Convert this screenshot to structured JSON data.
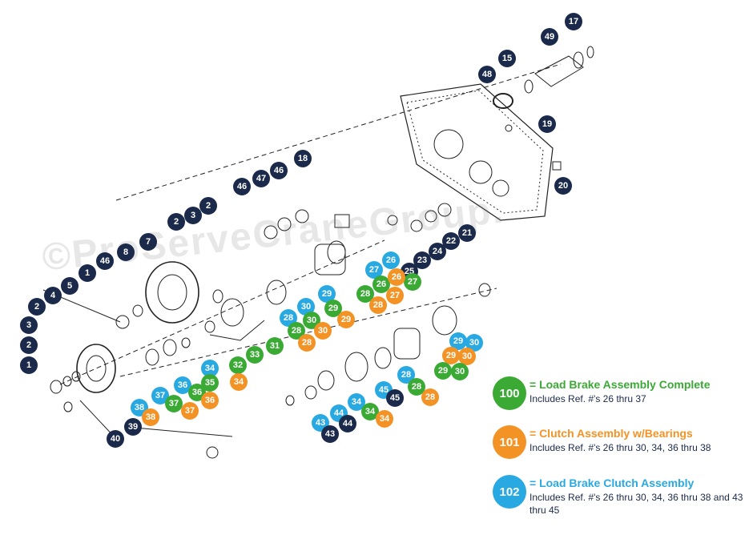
{
  "colors": {
    "navy": "#1b2a4a",
    "green": "#3aaa35",
    "orange": "#f39325",
    "blue": "#29a9e1",
    "line": "#222222"
  },
  "watermark": "©ProServeCraneGroup.",
  "callouts": [
    {
      "label": "17",
      "color": "navy"
    },
    {
      "label": "49",
      "color": "navy"
    },
    {
      "label": "15",
      "color": "navy"
    },
    {
      "label": "48",
      "color": "navy"
    },
    {
      "label": "19",
      "color": "navy"
    },
    {
      "label": "20",
      "color": "navy"
    },
    {
      "label": "18",
      "color": "navy"
    },
    {
      "label": "46",
      "color": "navy"
    },
    {
      "label": "47",
      "color": "navy"
    },
    {
      "label": "46",
      "color": "navy"
    },
    {
      "label": "21",
      "color": "navy"
    },
    {
      "label": "22",
      "color": "navy"
    },
    {
      "label": "24",
      "color": "navy"
    },
    {
      "label": "23",
      "color": "navy"
    },
    {
      "label": "25",
      "color": "navy"
    },
    {
      "label": "26",
      "color": "blue"
    },
    {
      "label": "27",
      "color": "blue"
    },
    {
      "label": "26",
      "color": "green"
    },
    {
      "label": "27",
      "color": "green"
    },
    {
      "label": "26",
      "color": "orange"
    },
    {
      "label": "28",
      "color": "green"
    },
    {
      "label": "27",
      "color": "orange"
    },
    {
      "label": "28",
      "color": "orange"
    },
    {
      "label": "29",
      "color": "blue"
    },
    {
      "label": "29",
      "color": "green"
    },
    {
      "label": "29",
      "color": "orange"
    },
    {
      "label": "30",
      "color": "blue"
    },
    {
      "label": "28",
      "color": "blue"
    },
    {
      "label": "30",
      "color": "green"
    },
    {
      "label": "28",
      "color": "green"
    },
    {
      "label": "30",
      "color": "orange"
    },
    {
      "label": "28",
      "color": "orange"
    },
    {
      "label": "2",
      "color": "navy"
    },
    {
      "label": "3",
      "color": "navy"
    },
    {
      "label": "2",
      "color": "navy"
    },
    {
      "label": "7",
      "color": "navy"
    },
    {
      "label": "8",
      "color": "navy"
    },
    {
      "label": "46",
      "color": "navy"
    },
    {
      "label": "1",
      "color": "navy"
    },
    {
      "label": "4",
      "color": "navy"
    },
    {
      "label": "5",
      "color": "navy"
    },
    {
      "label": "2",
      "color": "navy"
    },
    {
      "label": "3",
      "color": "navy"
    },
    {
      "label": "2",
      "color": "navy"
    },
    {
      "label": "1",
      "color": "navy"
    },
    {
      "label": "31",
      "color": "green"
    },
    {
      "label": "33",
      "color": "green"
    },
    {
      "label": "32",
      "color": "green"
    },
    {
      "label": "34",
      "color": "blue"
    },
    {
      "label": "34",
      "color": "orange"
    },
    {
      "label": "35",
      "color": "green"
    },
    {
      "label": "36",
      "color": "blue"
    },
    {
      "label": "36",
      "color": "green"
    },
    {
      "label": "36",
      "color": "orange"
    },
    {
      "label": "37",
      "color": "blue"
    },
    {
      "label": "37",
      "color": "green"
    },
    {
      "label": "37",
      "color": "orange"
    },
    {
      "label": "38",
      "color": "blue"
    },
    {
      "label": "38",
      "color": "orange"
    },
    {
      "label": "39",
      "color": "navy"
    },
    {
      "label": "40",
      "color": "navy"
    },
    {
      "label": "29",
      "color": "blue"
    },
    {
      "label": "30",
      "color": "blue"
    },
    {
      "label": "29",
      "color": "orange"
    },
    {
      "label": "30",
      "color": "orange"
    },
    {
      "label": "29",
      "color": "green"
    },
    {
      "label": "30",
      "color": "green"
    },
    {
      "label": "28",
      "color": "blue"
    },
    {
      "label": "28",
      "color": "green"
    },
    {
      "label": "28",
      "color": "orange"
    },
    {
      "label": "45",
      "color": "blue"
    },
    {
      "label": "45",
      "color": "navy"
    },
    {
      "label": "34",
      "color": "blue"
    },
    {
      "label": "34",
      "color": "green"
    },
    {
      "label": "34",
      "color": "orange"
    },
    {
      "label": "44",
      "color": "blue"
    },
    {
      "label": "44",
      "color": "navy"
    },
    {
      "label": "43",
      "color": "blue"
    },
    {
      "label": "43",
      "color": "navy"
    }
  ],
  "legend": [
    {
      "code": "100",
      "color": "green",
      "title": "= Load Brake Assembly Complete",
      "description": "Includes Ref. #'s 26 thru 37"
    },
    {
      "code": "101",
      "color": "orange",
      "title": "= Clutch Assembly w/Bearings",
      "description": "Includes Ref. #'s 26 thru 30, 34, 36 thru 38"
    },
    {
      "code": "102",
      "color": "blue",
      "title": "= Load Brake Clutch Assembly",
      "description": "Includes Ref. #'s 26 thru 30, 34, 36 thru 38 and 43 thru 45"
    }
  ]
}
